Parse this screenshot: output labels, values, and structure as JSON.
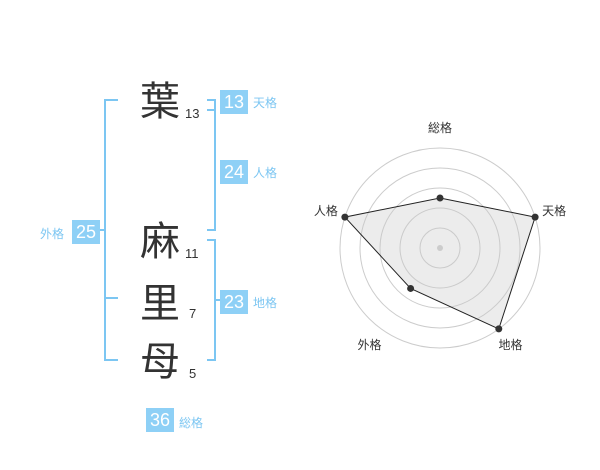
{
  "name_chars": [
    {
      "char": "葉",
      "strokes": "13"
    },
    {
      "char": "麻",
      "strokes": "11"
    },
    {
      "char": "里",
      "strokes": "7"
    },
    {
      "char": "母",
      "strokes": "5"
    }
  ],
  "fortune": {
    "tenkaku": {
      "label": "天格",
      "value": "13"
    },
    "jinkaku": {
      "label": "人格",
      "value": "24"
    },
    "chikaku": {
      "label": "地格",
      "value": "23"
    },
    "gaikaku": {
      "label": "外格",
      "value": "25"
    },
    "soukaku": {
      "label": "総格",
      "value": "36"
    }
  },
  "colors": {
    "accent": "#8ed0f6",
    "bracket": "#7cc6f2",
    "text": "#333333"
  },
  "chart_data": {
    "type": "radar",
    "axes": [
      "総格",
      "天格",
      "地格",
      "外格",
      "人格"
    ],
    "values": [
      0.5,
      1.0,
      1.0,
      0.5,
      1.0
    ],
    "rings": 5,
    "grid": true
  }
}
